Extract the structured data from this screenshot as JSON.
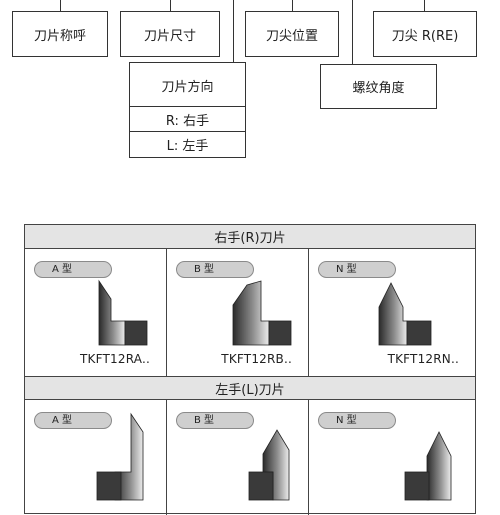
{
  "diagram": {
    "blade_name": "刀片称呼",
    "blade_size": "刀片尺寸",
    "tip_position": "刀尖位置",
    "tip_radius": "刀尖 R(RE)",
    "blade_direction": "刀片方向",
    "direction_right": "R: 右手",
    "direction_left": "L: 左手",
    "thread_angle": "螺纹角度"
  },
  "right_section": {
    "title": "右手(R)刀片",
    "items": [
      {
        "type": "A 型",
        "model": "TKFT12RA.."
      },
      {
        "type": "B 型",
        "model": "TKFT12RB.."
      },
      {
        "type": "N 型",
        "model": "TKFT12RN.."
      }
    ]
  },
  "left_section": {
    "title": "左手(L)刀片",
    "items": [
      {
        "type": "A 型"
      },
      {
        "type": "B 型"
      },
      {
        "type": "N 型"
      }
    ]
  }
}
